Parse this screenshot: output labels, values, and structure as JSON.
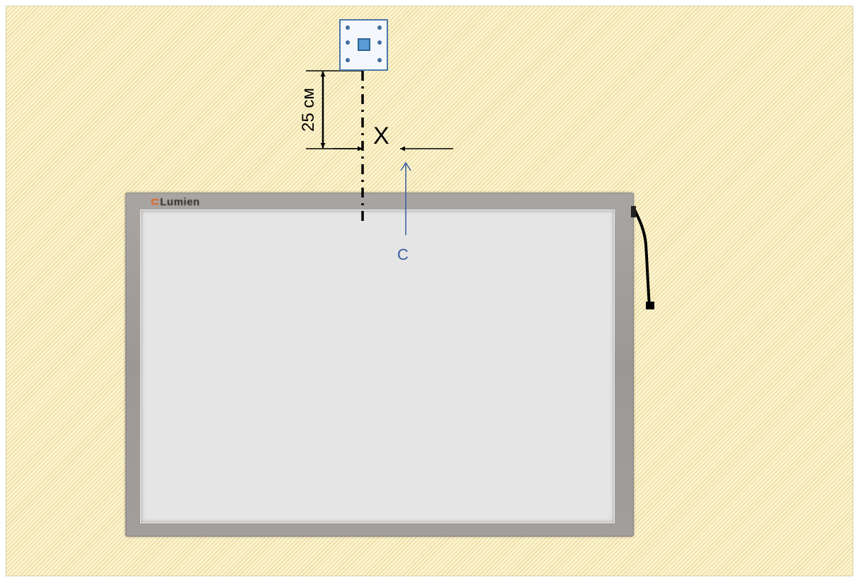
{
  "diagram": {
    "brand": "Lumien",
    "distance_label": "25 см",
    "offset_label": "X",
    "point_label": "C"
  },
  "colors": {
    "wall": "#fbf4d2",
    "wall_hatch": "#ecd897",
    "board_frame": "#a9a5a3",
    "board_surface": "#e5e5e5",
    "projector_outline": "#4a78a8",
    "projector_lens": "#5b9bd5",
    "pointer_arrow": "#3a5aa0",
    "brand_accent": "#e0662a"
  },
  "icons": {
    "projector": "projector-icon",
    "stylus": "stylus-pen-icon"
  }
}
